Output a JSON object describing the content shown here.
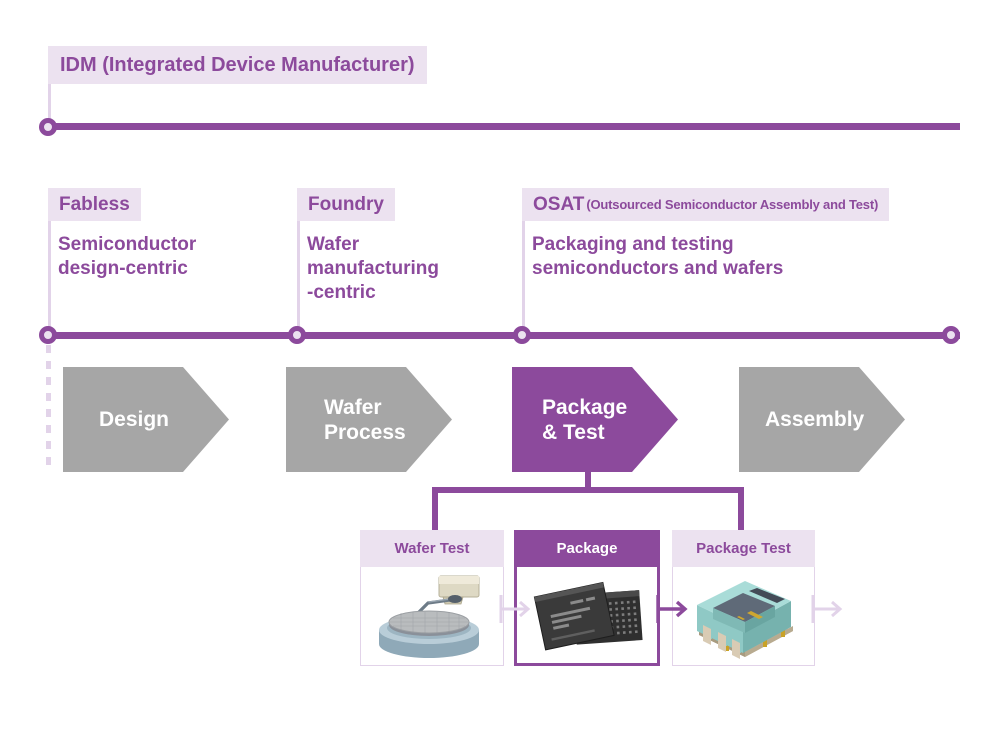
{
  "colors": {
    "purple": "#8c4a9c",
    "purple_light": "#ece2f0",
    "purple_mid": "#e2d3e9",
    "gray": "#a6a6a6",
    "white": "#ffffff"
  },
  "idm": {
    "badge": "IDM (Integrated Device Manufacturer)"
  },
  "segments": [
    {
      "id": "fabless",
      "badge": "Fabless",
      "badge_sub": "",
      "description": "Semiconductor\ndesign-centric"
    },
    {
      "id": "foundry",
      "badge": "Foundry",
      "badge_sub": "",
      "description": "Wafer\nmanufacturing\n-centric"
    },
    {
      "id": "osat",
      "badge": "OSAT",
      "badge_sub": "(Outsourced Semiconductor Assembly and Test)",
      "description": "Packaging and testing\nsemiconductors and wafers"
    }
  ],
  "process_steps": [
    {
      "id": "design",
      "label": "Design",
      "highlight": false
    },
    {
      "id": "wafer-process",
      "label": "Wafer\nProcess",
      "highlight": false
    },
    {
      "id": "package-test",
      "label": "Package\n& Test",
      "highlight": true
    },
    {
      "id": "assembly",
      "label": "Assembly",
      "highlight": false
    }
  ],
  "sub_steps": [
    {
      "id": "wafer-test",
      "label": "Wafer Test",
      "highlight": false,
      "icon": "wafer-prober-icon"
    },
    {
      "id": "package",
      "label": "Package",
      "highlight": true,
      "icon": "bga-chip-icon"
    },
    {
      "id": "package-test",
      "label": "Package Test",
      "highlight": false,
      "icon": "test-socket-icon"
    }
  ]
}
